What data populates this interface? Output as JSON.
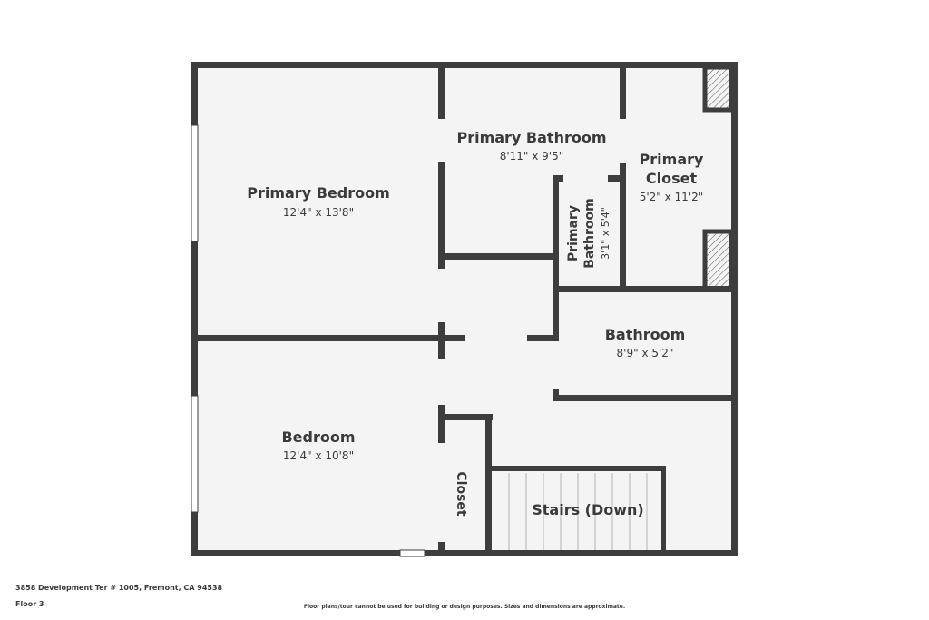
{
  "rooms": {
    "primary_bedroom": {
      "name": "Primary Bedroom",
      "dims": "12'4\" x 13'8\""
    },
    "primary_bathroom": {
      "name": "Primary Bathroom",
      "dims": "8'11\" x 9'5\""
    },
    "primary_closet": {
      "name_line1": "Primary",
      "name_line2": "Closet",
      "dims": "5'2\" x 11'2\""
    },
    "small_primary_bathroom": {
      "name_line1": "Primary",
      "name_line2": "Bathroom",
      "dims": "3'1\" x 5'4\""
    },
    "bathroom": {
      "name": "Bathroom",
      "dims": "8'9\" x 5'2\""
    },
    "bedroom": {
      "name": "Bedroom",
      "dims": "12'4\" x 10'8\""
    },
    "closet": {
      "name": "Closet"
    },
    "stairs": {
      "name": "Stairs (Down)"
    }
  },
  "footer": {
    "address": "3858 Development Ter # 1005, Fremont, CA 94538",
    "floor": "Floor 3",
    "disclaimer": "Floor plans/tour cannot be used for building or design purposes. Sizes and dimensions are approximate."
  },
  "colors": {
    "wall": "#3d3d3d",
    "floor": "#f4f4f4",
    "text": "#3a3a3a"
  }
}
